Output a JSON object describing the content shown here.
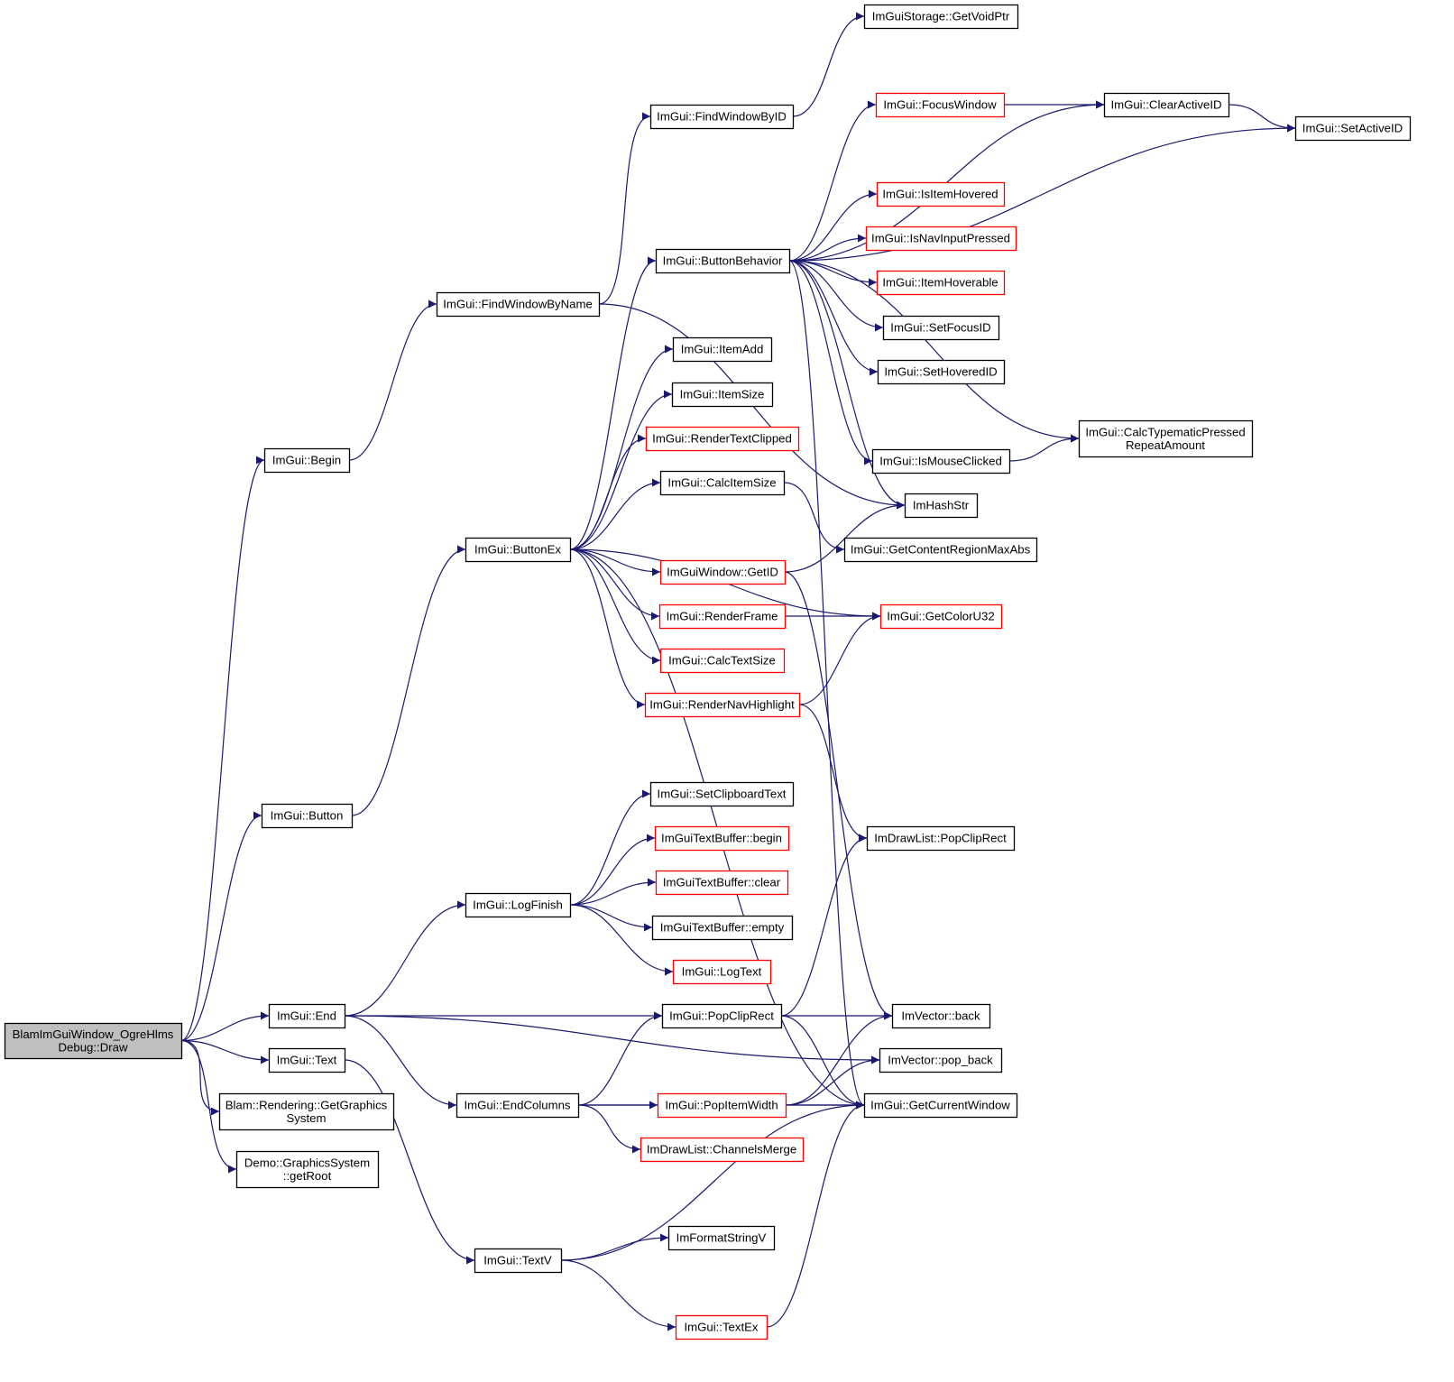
{
  "colors": {
    "edge": "#191970",
    "box": "#000000",
    "box_red": "#ff0000",
    "root_fill": "#bfbfbf",
    "fill": "#ffffff"
  },
  "nodes": [
    {
      "id": "draw",
      "lines": [
        "BlamImGuiWindow_OgreHlms",
        "Debug::Draw"
      ],
      "style": "root"
    },
    {
      "id": "begin",
      "lines": [
        "ImGui::Begin"
      ],
      "style": "black"
    },
    {
      "id": "button",
      "lines": [
        "ImGui::Button"
      ],
      "style": "black"
    },
    {
      "id": "end",
      "lines": [
        "ImGui::End"
      ],
      "style": "black"
    },
    {
      "id": "text",
      "lines": [
        "ImGui::Text"
      ],
      "style": "black"
    },
    {
      "id": "getgfx",
      "lines": [
        "Blam::Rendering::GetGraphics",
        "System"
      ],
      "style": "black"
    },
    {
      "id": "getroot",
      "lines": [
        "Demo::GraphicsSystem",
        "::getRoot"
      ],
      "style": "black"
    },
    {
      "id": "findwinbyname",
      "lines": [
        "ImGui::FindWindowByName"
      ],
      "style": "black"
    },
    {
      "id": "findwinbyid",
      "lines": [
        "ImGui::FindWindowByID"
      ],
      "style": "black"
    },
    {
      "id": "getvoidptr",
      "lines": [
        "ImGuiStorage::GetVoidPtr"
      ],
      "style": "black"
    },
    {
      "id": "buttonex",
      "lines": [
        "ImGui::ButtonEx"
      ],
      "style": "black"
    },
    {
      "id": "buttonbehavior",
      "lines": [
        "ImGui::ButtonBehavior"
      ],
      "style": "black"
    },
    {
      "id": "focuswindow",
      "lines": [
        "ImGui::FocusWindow"
      ],
      "style": "red"
    },
    {
      "id": "clearactiveid",
      "lines": [
        "ImGui::ClearActiveID"
      ],
      "style": "black"
    },
    {
      "id": "setactiveid",
      "lines": [
        "ImGui::SetActiveID"
      ],
      "style": "black"
    },
    {
      "id": "isitemhovered",
      "lines": [
        "ImGui::IsItemHovered"
      ],
      "style": "red"
    },
    {
      "id": "isnavinputpressed",
      "lines": [
        "ImGui::IsNavInputPressed"
      ],
      "style": "red"
    },
    {
      "id": "itemhoverable",
      "lines": [
        "ImGui::ItemHoverable"
      ],
      "style": "red"
    },
    {
      "id": "setfocusid",
      "lines": [
        "ImGui::SetFocusID"
      ],
      "style": "black"
    },
    {
      "id": "sethoveredid",
      "lines": [
        "ImGui::SetHoveredID"
      ],
      "style": "black"
    },
    {
      "id": "calctypematic",
      "lines": [
        "ImGui::CalcTypematicPressed",
        "RepeatAmount"
      ],
      "style": "black"
    },
    {
      "id": "ismouseclicked",
      "lines": [
        "ImGui::IsMouseClicked"
      ],
      "style": "black"
    },
    {
      "id": "imhashstr",
      "lines": [
        "ImHashStr"
      ],
      "style": "black"
    },
    {
      "id": "getcontentregion",
      "lines": [
        "ImGui::GetContentRegionMaxAbs"
      ],
      "style": "black"
    },
    {
      "id": "itemadd",
      "lines": [
        "ImGui::ItemAdd"
      ],
      "style": "black"
    },
    {
      "id": "itemsize",
      "lines": [
        "ImGui::ItemSize"
      ],
      "style": "black"
    },
    {
      "id": "rendertextclipped",
      "lines": [
        "ImGui::RenderTextClipped"
      ],
      "style": "red"
    },
    {
      "id": "calcitemsize",
      "lines": [
        "ImGui::CalcItemSize"
      ],
      "style": "black"
    },
    {
      "id": "getid",
      "lines": [
        "ImGuiWindow::GetID"
      ],
      "style": "red"
    },
    {
      "id": "renderframe",
      "lines": [
        "ImGui::RenderFrame"
      ],
      "style": "red"
    },
    {
      "id": "getcoloru32",
      "lines": [
        "ImGui::GetColorU32"
      ],
      "style": "red"
    },
    {
      "id": "calctextsize",
      "lines": [
        "ImGui::CalcTextSize"
      ],
      "style": "red"
    },
    {
      "id": "rendernavhighlight",
      "lines": [
        "ImGui::RenderNavHighlight"
      ],
      "style": "red"
    },
    {
      "id": "drawpopcliprect",
      "lines": [
        "ImDrawList::PopClipRect"
      ],
      "style": "black"
    },
    {
      "id": "setclipboardtext",
      "lines": [
        "ImGui::SetClipboardText"
      ],
      "style": "black"
    },
    {
      "id": "tbbegin",
      "lines": [
        "ImGuiTextBuffer::begin"
      ],
      "style": "red"
    },
    {
      "id": "tbclear",
      "lines": [
        "ImGuiTextBuffer::clear"
      ],
      "style": "red"
    },
    {
      "id": "tbempty",
      "lines": [
        "ImGuiTextBuffer::empty"
      ],
      "style": "black"
    },
    {
      "id": "logtext",
      "lines": [
        "ImGui::LogText"
      ],
      "style": "red"
    },
    {
      "id": "logfinish",
      "lines": [
        "ImGui::LogFinish"
      ],
      "style": "black"
    },
    {
      "id": "popcliprect",
      "lines": [
        "ImGui::PopClipRect"
      ],
      "style": "black"
    },
    {
      "id": "vecback",
      "lines": [
        "ImVector::back"
      ],
      "style": "black"
    },
    {
      "id": "vecpopback",
      "lines": [
        "ImVector::pop_back"
      ],
      "style": "black"
    },
    {
      "id": "endcolumns",
      "lines": [
        "ImGui::EndColumns"
      ],
      "style": "black"
    },
    {
      "id": "popitemwidth",
      "lines": [
        "ImGui::PopItemWidth"
      ],
      "style": "red"
    },
    {
      "id": "getcurrentwindow",
      "lines": [
        "ImGui::GetCurrentWindow"
      ],
      "style": "black"
    },
    {
      "id": "channelsmerge",
      "lines": [
        "ImDrawList::ChannelsMerge"
      ],
      "style": "red"
    },
    {
      "id": "textv",
      "lines": [
        "ImGui::TextV"
      ],
      "style": "black"
    },
    {
      "id": "imformatstringv",
      "lines": [
        "ImFormatStringV"
      ],
      "style": "black"
    },
    {
      "id": "textex",
      "lines": [
        "ImGui::TextEx"
      ],
      "style": "red"
    }
  ],
  "edges": [
    [
      "draw",
      "begin"
    ],
    [
      "draw",
      "button"
    ],
    [
      "draw",
      "end"
    ],
    [
      "draw",
      "text"
    ],
    [
      "draw",
      "getgfx"
    ],
    [
      "draw",
      "getroot"
    ],
    [
      "begin",
      "findwinbyname"
    ],
    [
      "findwinbyname",
      "findwinbyid"
    ],
    [
      "findwinbyid",
      "getvoidptr"
    ],
    [
      "findwinbyname",
      "imhashstr"
    ],
    [
      "button",
      "buttonex"
    ],
    [
      "buttonex",
      "buttonbehavior"
    ],
    [
      "buttonex",
      "itemadd"
    ],
    [
      "buttonex",
      "itemsize"
    ],
    [
      "buttonex",
      "rendertextclipped"
    ],
    [
      "buttonex",
      "calcitemsize"
    ],
    [
      "buttonex",
      "getid"
    ],
    [
      "buttonex",
      "renderframe"
    ],
    [
      "buttonex",
      "calctextsize"
    ],
    [
      "buttonex",
      "rendernavhighlight"
    ],
    [
      "buttonex",
      "getcoloru32"
    ],
    [
      "buttonex",
      "getcurrentwindow"
    ],
    [
      "buttonbehavior",
      "clearactiveid"
    ],
    [
      "buttonbehavior",
      "focuswindow"
    ],
    [
      "buttonbehavior",
      "setactiveid"
    ],
    [
      "buttonbehavior",
      "isitemhovered"
    ],
    [
      "buttonbehavior",
      "isnavinputpressed"
    ],
    [
      "buttonbehavior",
      "itemhoverable"
    ],
    [
      "buttonbehavior",
      "setfocusid"
    ],
    [
      "buttonbehavior",
      "sethoveredid"
    ],
    [
      "buttonbehavior",
      "calctypematic"
    ],
    [
      "buttonbehavior",
      "ismouseclicked"
    ],
    [
      "buttonbehavior",
      "imhashstr"
    ],
    [
      "buttonbehavior",
      "getcurrentwindow"
    ],
    [
      "focuswindow",
      "clearactiveid"
    ],
    [
      "clearactiveid",
      "setactiveid"
    ],
    [
      "ismouseclicked",
      "calctypematic"
    ],
    [
      "calcitemsize",
      "getcontentregion"
    ],
    [
      "getid",
      "imhashstr"
    ],
    [
      "getid",
      "vecback"
    ],
    [
      "renderframe",
      "getcoloru32"
    ],
    [
      "rendernavhighlight",
      "getcoloru32"
    ],
    [
      "rendernavhighlight",
      "drawpopcliprect"
    ],
    [
      "end",
      "logfinish"
    ],
    [
      "end",
      "popcliprect"
    ],
    [
      "end",
      "vecpopback"
    ],
    [
      "end",
      "endcolumns"
    ],
    [
      "logfinish",
      "setclipboardtext"
    ],
    [
      "logfinish",
      "tbbegin"
    ],
    [
      "logfinish",
      "tbclear"
    ],
    [
      "logfinish",
      "tbempty"
    ],
    [
      "logfinish",
      "logtext"
    ],
    [
      "popcliprect",
      "drawpopcliprect"
    ],
    [
      "popcliprect",
      "vecback"
    ],
    [
      "popcliprect",
      "getcurrentwindow"
    ],
    [
      "endcolumns",
      "popcliprect"
    ],
    [
      "endcolumns",
      "popitemwidth"
    ],
    [
      "endcolumns",
      "channelsmerge"
    ],
    [
      "endcolumns",
      "getcurrentwindow"
    ],
    [
      "popitemwidth",
      "vecback"
    ],
    [
      "popitemwidth",
      "vecpopback"
    ],
    [
      "popitemwidth",
      "getcurrentwindow"
    ],
    [
      "text",
      "textv"
    ],
    [
      "textv",
      "imformatstringv"
    ],
    [
      "textv",
      "textex"
    ],
    [
      "textv",
      "getcurrentwindow"
    ],
    [
      "textex",
      "getcurrentwindow"
    ]
  ]
}
